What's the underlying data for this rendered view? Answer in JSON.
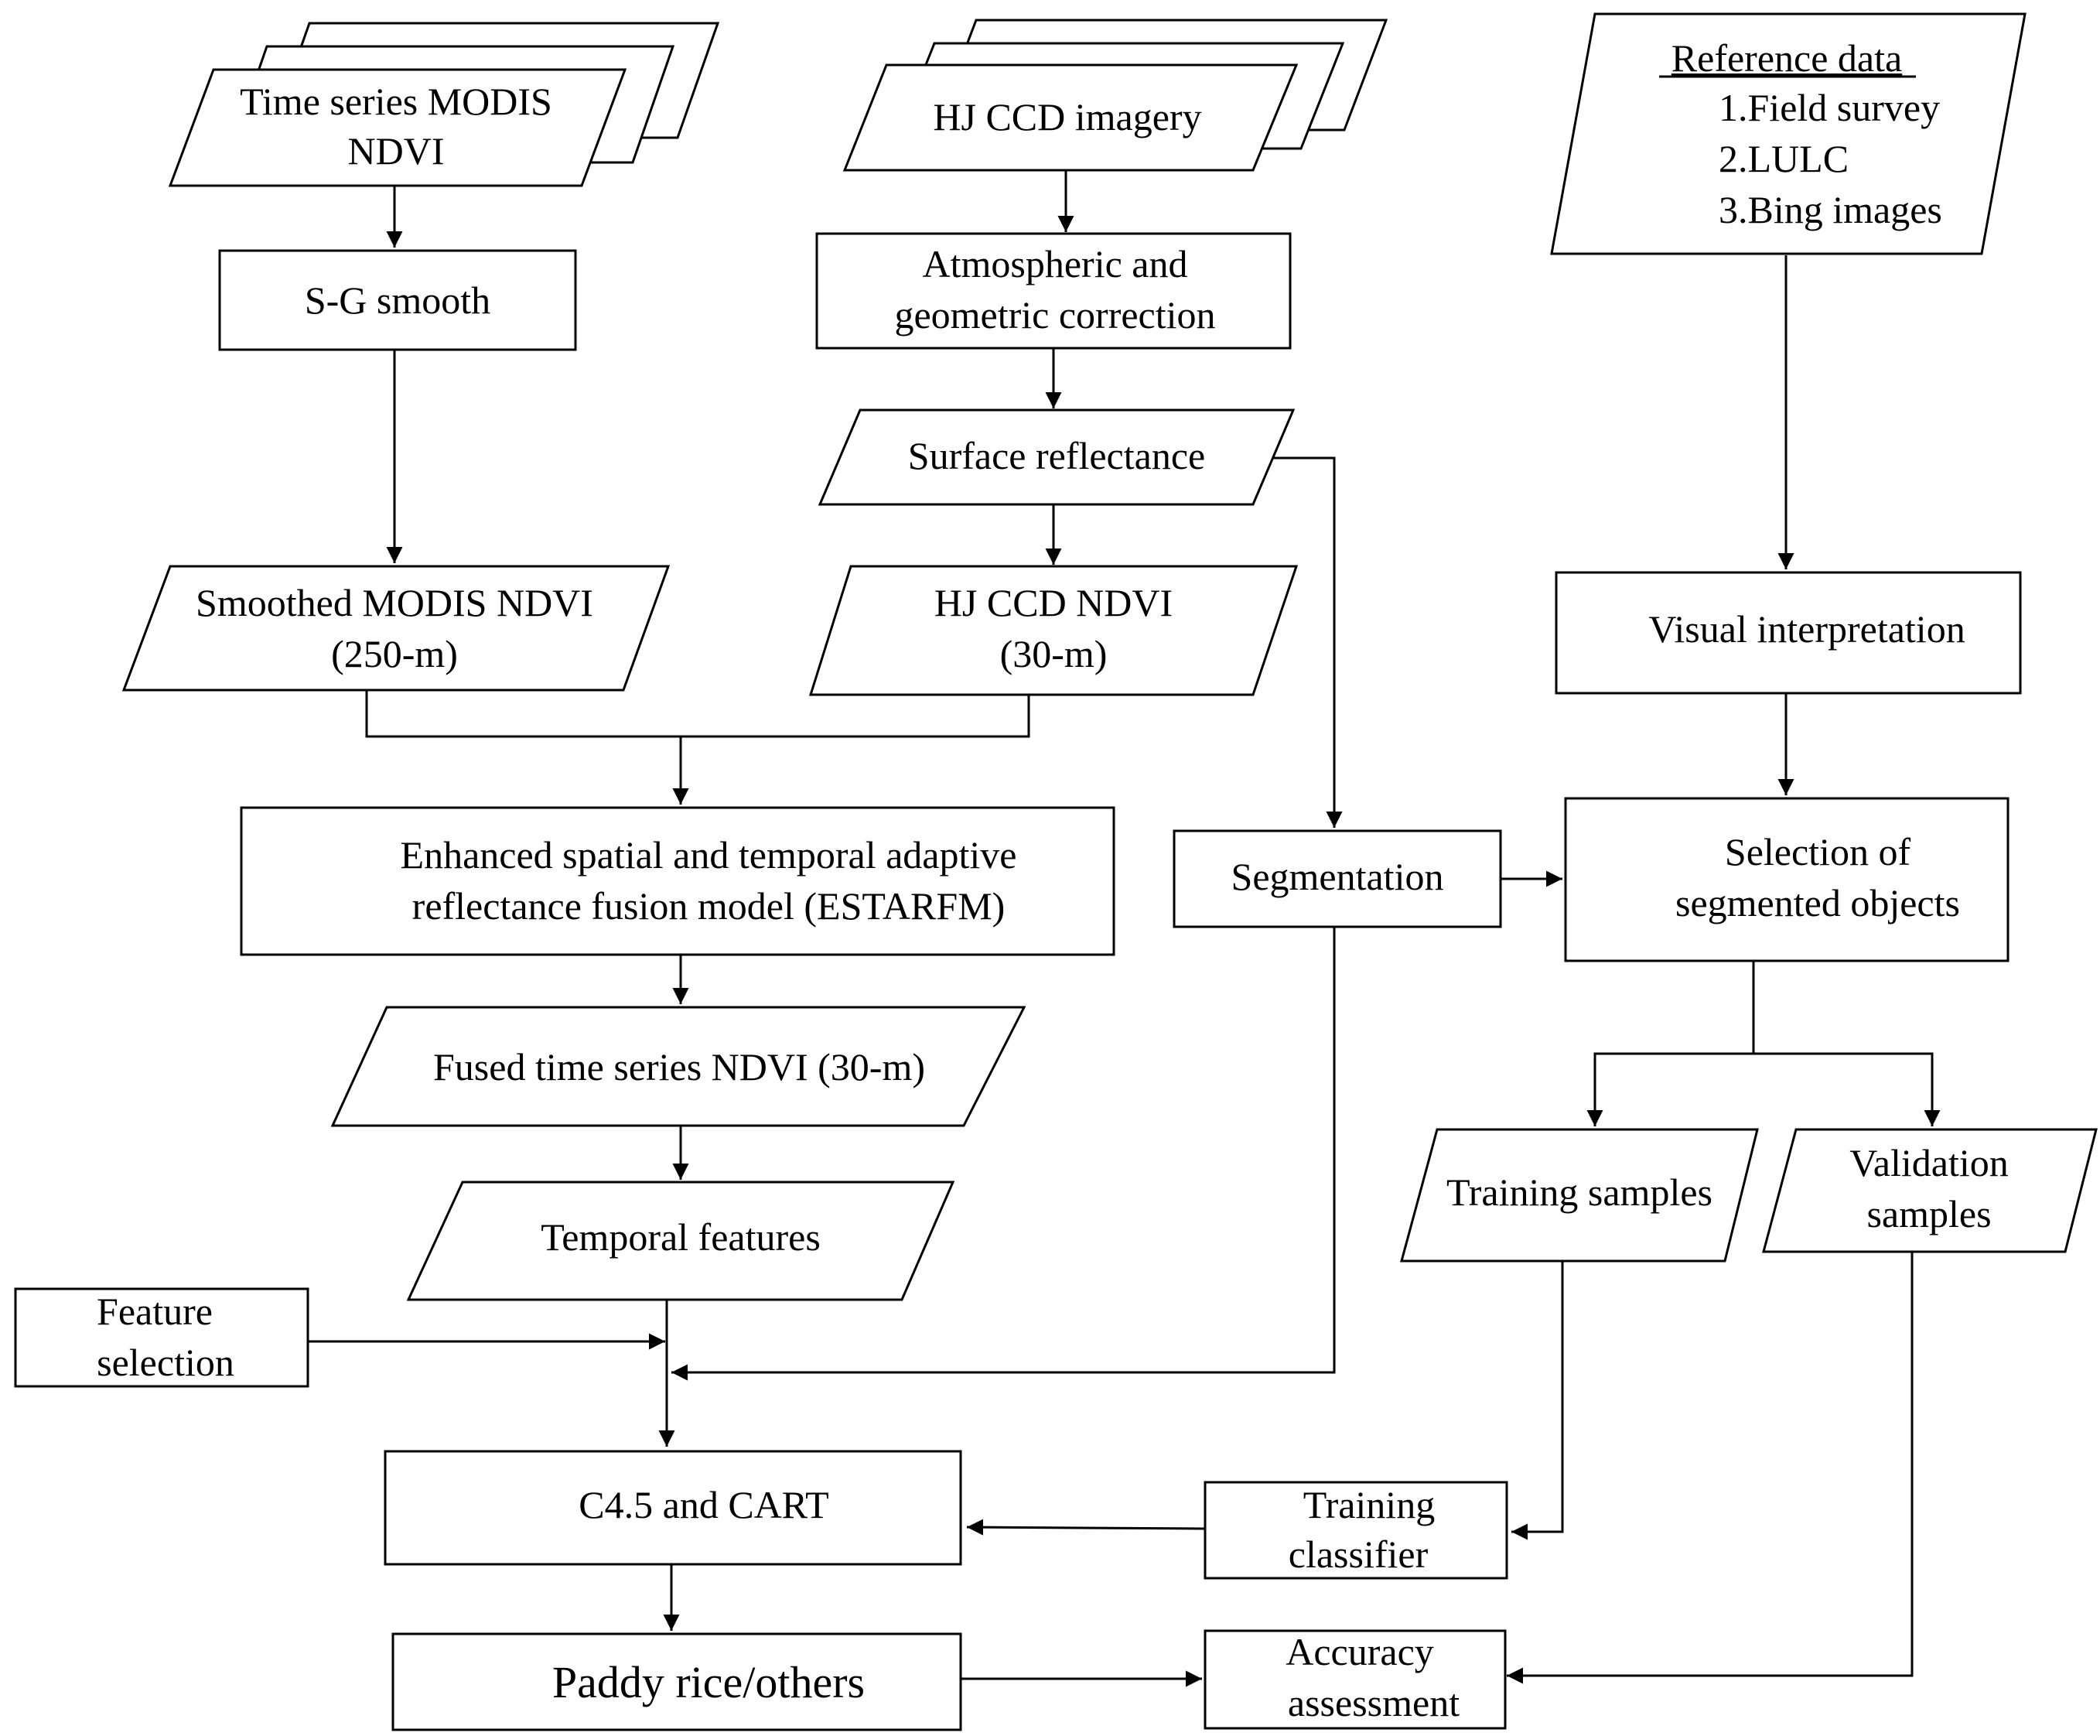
{
  "nodes": {
    "modis_input": {
      "lines": [
        "Time series MODIS",
        "NDVI"
      ]
    },
    "hj_input": {
      "lines": [
        "HJ CCD imagery"
      ]
    },
    "reference": {
      "title": "Reference  data",
      "items": [
        "1.Field survey",
        "2.LULC",
        "3.Bing images"
      ]
    },
    "sg_smooth": {
      "lines": [
        "S-G smooth"
      ]
    },
    "atm_correction": {
      "lines": [
        "Atmospheric and",
        "geometric correction"
      ]
    },
    "surface_reflectance": {
      "lines": [
        "Surface reflectance"
      ]
    },
    "smoothed_modis": {
      "lines": [
        "Smoothed  MODIS NDVI",
        "(250-m)"
      ]
    },
    "hj_ndvi": {
      "lines": [
        "HJ CCD NDVI",
        "(30-m)"
      ]
    },
    "visual_interp": {
      "lines": [
        "Visual interpretation"
      ]
    },
    "estarfm": {
      "lines": [
        "Enhanced spatial and temporal adaptive",
        "reflectance fusion model (ESTARFM)"
      ]
    },
    "segmentation": {
      "lines": [
        "Segmentation"
      ]
    },
    "selection": {
      "lines": [
        "Selection of",
        "segmented objects"
      ]
    },
    "fused_ndvi": {
      "lines": [
        "Fused time series NDVI (30-m)"
      ]
    },
    "training_samples": {
      "lines": [
        "Training samples"
      ]
    },
    "validation_samples": {
      "lines": [
        "Validation",
        "samples"
      ]
    },
    "temporal_features": {
      "lines": [
        "Temporal features"
      ]
    },
    "feature_selection": {
      "lines": [
        "Feature",
        "selection"
      ]
    },
    "c45_cart": {
      "lines": [
        "C4.5 and CART"
      ]
    },
    "training_classifier": {
      "lines": [
        "Training",
        "classifier"
      ]
    },
    "paddy_rice": {
      "lines": [
        "Paddy rice/others"
      ]
    },
    "accuracy": {
      "lines": [
        "Accuracy",
        "assessment"
      ]
    }
  }
}
